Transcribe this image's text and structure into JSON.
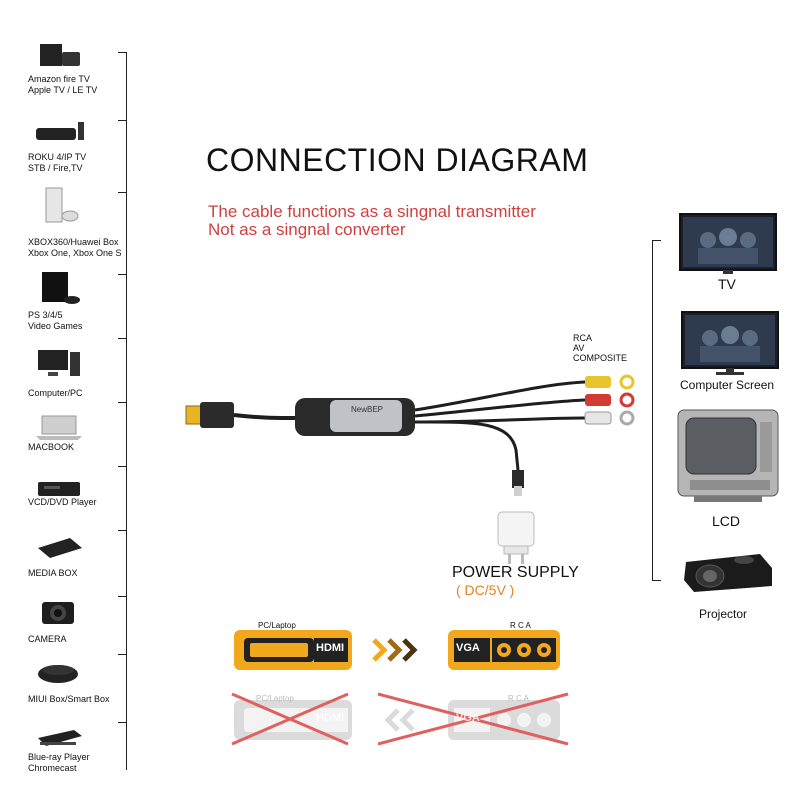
{
  "title": "CONNECTION DIAGRAM",
  "notes": [
    "The cable functions as a singnal transmitter",
    "Not as a singnal converter"
  ],
  "left_devices": [
    {
      "label1": "Amazon fire TV",
      "label2": "Apple TV / LE TV",
      "icon": "tv-box-icon"
    },
    {
      "label1": "ROKU 4/IP TV",
      "label2": "STB / Fire,TV",
      "icon": "set-top-box-icon"
    },
    {
      "label1": "XBOX360/Huawei Box",
      "label2": "Xbox One, Xbox One S",
      "icon": "xbox-icon"
    },
    {
      "label1": "PS 3/4/5",
      "label2": "Video Games",
      "icon": "playstation-icon"
    },
    {
      "label1": "Computer/PC",
      "label2": "",
      "icon": "desktop-computer-icon"
    },
    {
      "label1": "MACBOOK",
      "label2": "",
      "icon": "laptop-icon"
    },
    {
      "label1": "VCD/DVD Player",
      "label2": "",
      "icon": "dvd-player-icon"
    },
    {
      "label1": "MEDIA BOX",
      "label2": "",
      "icon": "media-box-icon"
    },
    {
      "label1": "CAMERA",
      "label2": "",
      "icon": "camera-icon"
    },
    {
      "label1": "MIUI Box/Smart Box",
      "label2": "",
      "icon": "smart-box-icon"
    },
    {
      "label1": "Blue-ray Player",
      "label2": "Chromecast",
      "icon": "bluray-player-icon"
    }
  ],
  "right_devices": [
    {
      "label": "TV",
      "icon": "tv-icon"
    },
    {
      "label": "Computer Screen",
      "icon": "monitor-icon"
    },
    {
      "label": "LCD",
      "icon": "crt-tv-icon"
    },
    {
      "label": "Projector",
      "icon": "projector-icon"
    }
  ],
  "rca_label": [
    "RCA",
    "AV",
    "COMPOSITE"
  ],
  "brand": "NewBEP",
  "power_supply": "POWER SUPPLY",
  "power_spec": "( DC/5V )",
  "correct_row": {
    "source_label": "PC/Laptop",
    "source_port": "HDMI",
    "target_label": "R C A",
    "target_port": "VGA"
  },
  "wrong_row": {
    "source_label": "PC/Laptop",
    "source_port": "HDMI",
    "target_label": "R C A",
    "target_port": "VGA"
  },
  "colors": {
    "accent_gold": "#f2a81d",
    "note_red": "#d0403f",
    "power_orange": "#e3821f",
    "cross_red": "#e06060"
  }
}
